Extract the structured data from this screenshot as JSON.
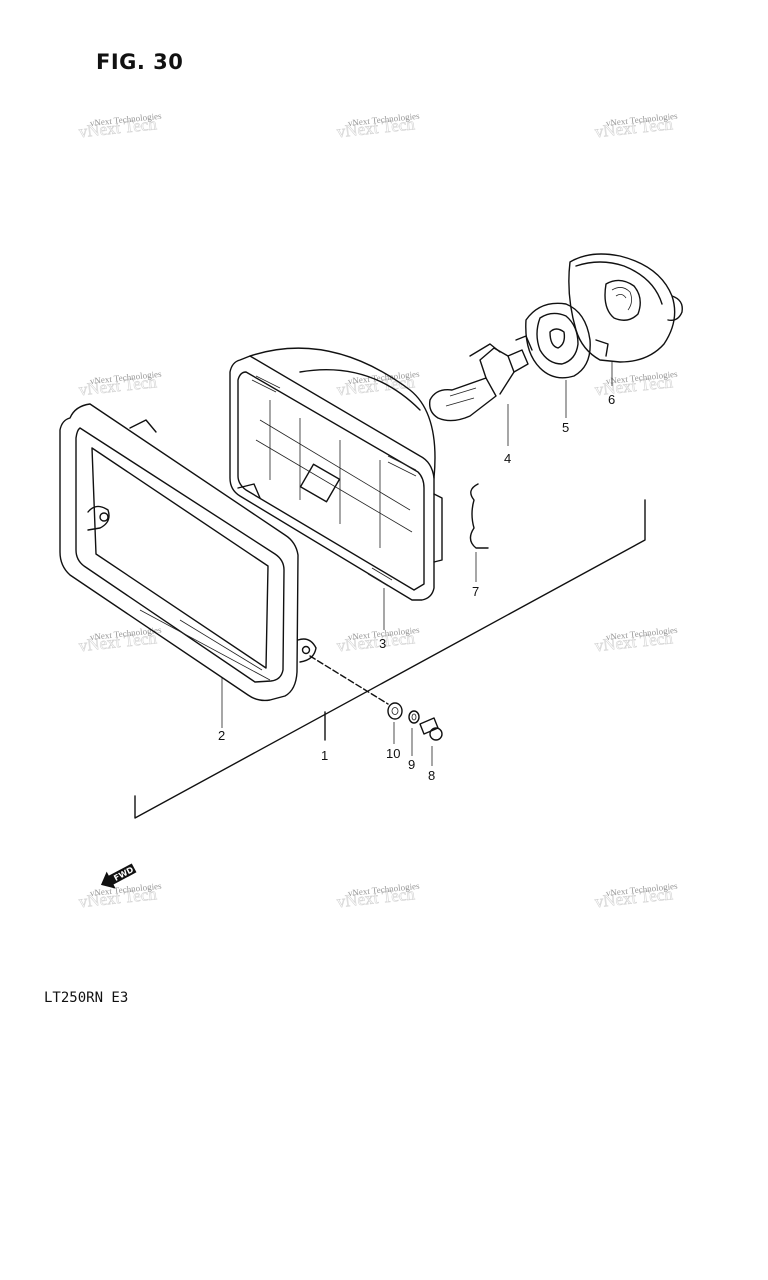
{
  "figure": {
    "title": "FIG. 30"
  },
  "model": {
    "code": "LT250RN E3"
  },
  "watermark": {
    "text": "vNext Technologies"
  },
  "callouts": [
    {
      "id": "1",
      "label": "1"
    },
    {
      "id": "2",
      "label": "2"
    },
    {
      "id": "3",
      "label": "3"
    },
    {
      "id": "4",
      "label": "4"
    },
    {
      "id": "5",
      "label": "5"
    },
    {
      "id": "6",
      "label": "6"
    },
    {
      "id": "7",
      "label": "7"
    },
    {
      "id": "8",
      "label": "8"
    },
    {
      "id": "9",
      "label": "9"
    },
    {
      "id": "10",
      "label": "10"
    }
  ],
  "fwd": {
    "label": "FWD",
    "icon": "forward-arrow-icon"
  }
}
